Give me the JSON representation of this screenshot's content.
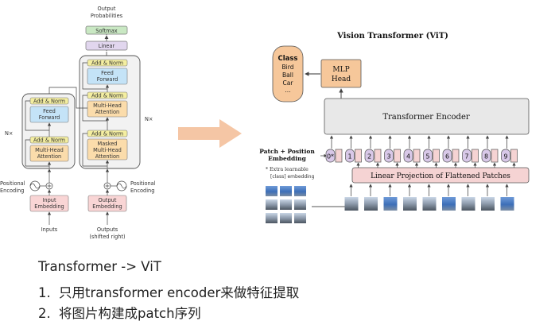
{
  "transformer": {
    "output_probabilities": [
      "Output",
      "Probabilities"
    ],
    "softmax": "Softmax",
    "linear": "Linear",
    "add_norm": "Add & Norm",
    "feed_forward": [
      "Feed",
      "Forward"
    ],
    "multi_head_attention": [
      "Multi-Head",
      "Attention"
    ],
    "masked_multi_head_attention": [
      "Masked",
      "Multi-Head",
      "Attention"
    ],
    "nx": "N×",
    "positional_encoding": [
      "Positional",
      "Encoding"
    ],
    "input_embedding": [
      "Input",
      "Embedding"
    ],
    "output_embedding": [
      "Output",
      "Embedding"
    ],
    "inputs": "Inputs",
    "outputs": [
      "Outputs",
      "(shifted right)"
    ]
  },
  "vit": {
    "title": "Vision Transformer (ViT)",
    "class_box": {
      "title": "Class",
      "items": [
        "Bird",
        "Ball",
        "Car",
        "..."
      ]
    },
    "mlp_head": [
      "MLP",
      "Head"
    ],
    "transformer_encoder": "Transformer Encoder",
    "patch_embedding_label": [
      "Patch + Position",
      "Embedding"
    ],
    "extra_note": [
      "* Extra learnable",
      "[class] embedding"
    ],
    "linear_projection": "Linear Projection of Flattened Patches",
    "positions": [
      "0*",
      "1",
      "2",
      "3",
      "4",
      "5",
      "6",
      "7",
      "8",
      "9"
    ]
  },
  "colors": {
    "arrow": "#f5c6a5",
    "add_norm": "#f4eea0",
    "feed_forward": "#c4e3f7",
    "attention": "#fbdcab",
    "embedding": "#f9d5d5",
    "softmax": "#c9e8c3",
    "vit_orange": "#f6c79a",
    "vit_pink": "#f5d3d3",
    "encoder_gray": "#e8e8e8",
    "patch_purple": "#d8c8e8"
  },
  "caption": {
    "heading": "Transformer -> ViT",
    "items": [
      {
        "num": "1.",
        "text": "只用transformer encoder来做特征提取"
      },
      {
        "num": "2.",
        "text": "将图片构建成patch序列"
      }
    ]
  }
}
